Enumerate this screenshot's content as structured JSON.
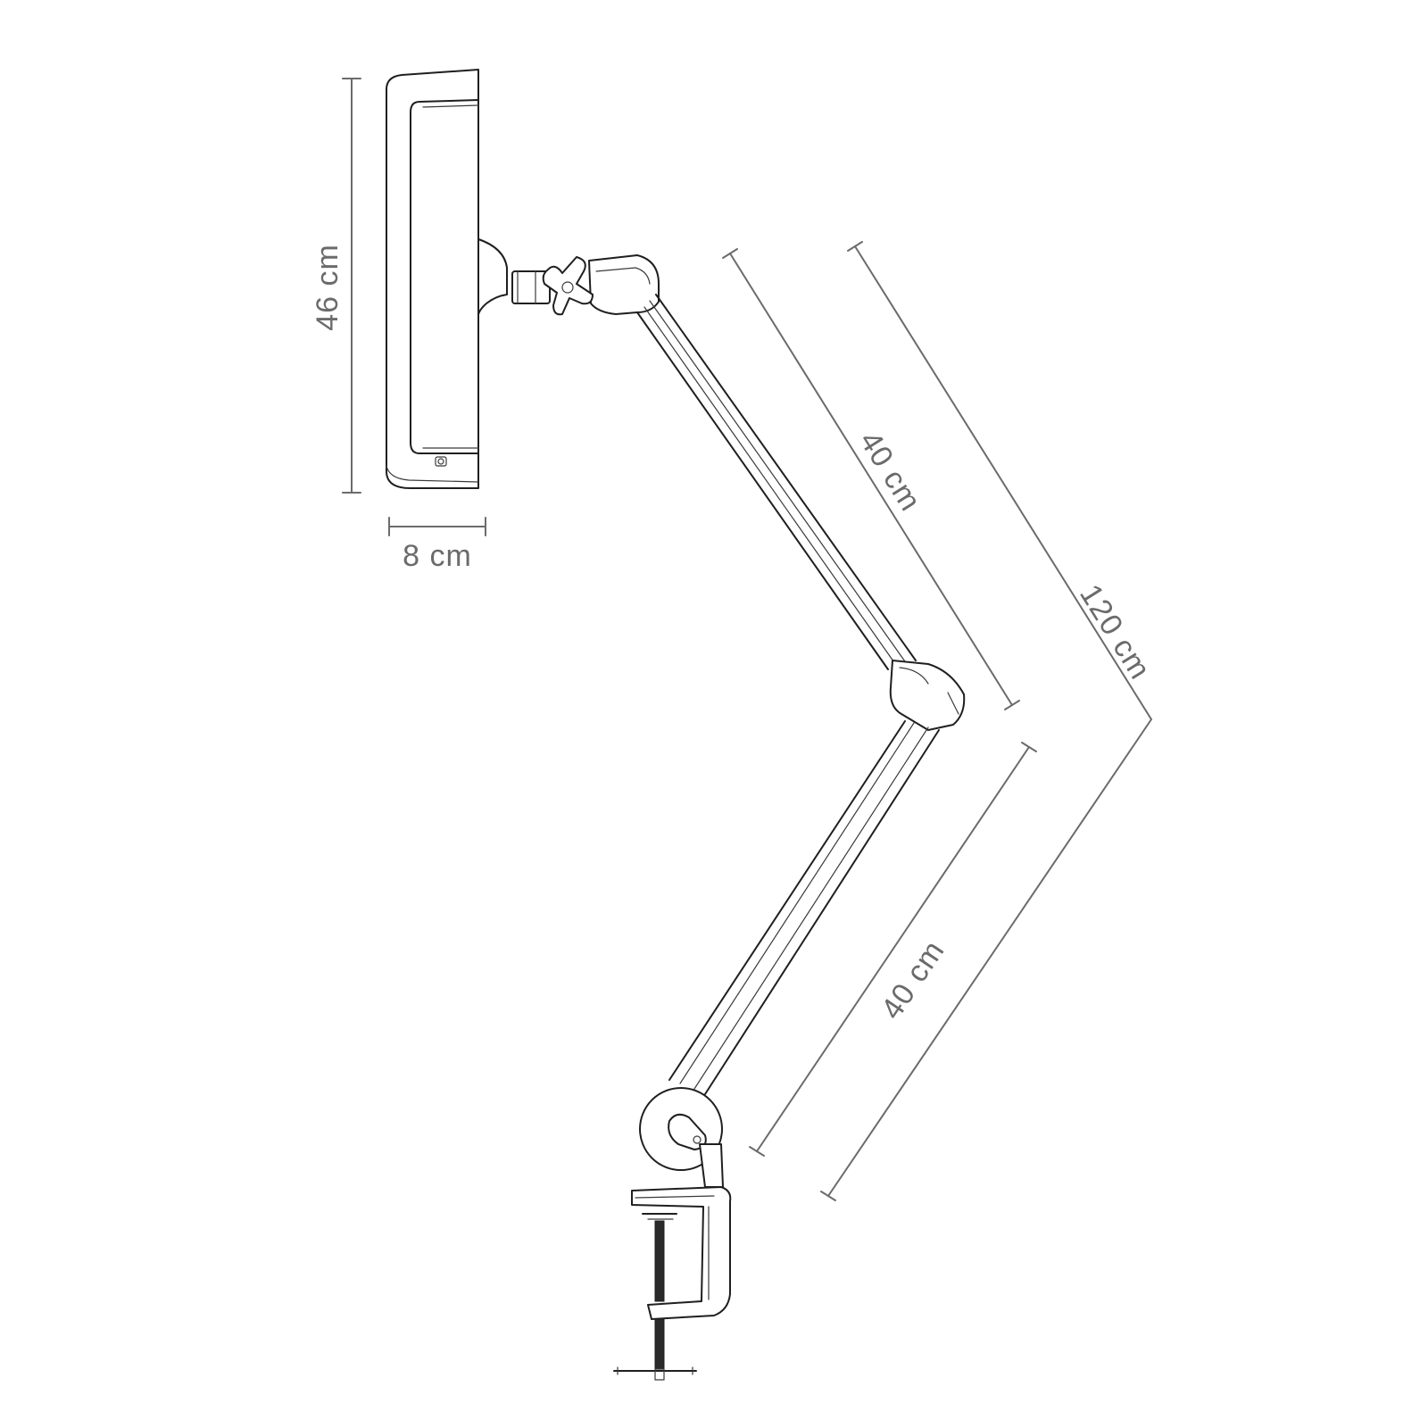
{
  "dimensions": {
    "height_label": "46 cm",
    "width_label": "8 cm",
    "upper_arm_label": "40 cm",
    "lower_arm_label": "40 cm",
    "total_reach_label": "120 cm"
  },
  "colors": {
    "outline": "#1f1f1f",
    "dimension": "#6b6b6b",
    "background": "#ffffff"
  }
}
